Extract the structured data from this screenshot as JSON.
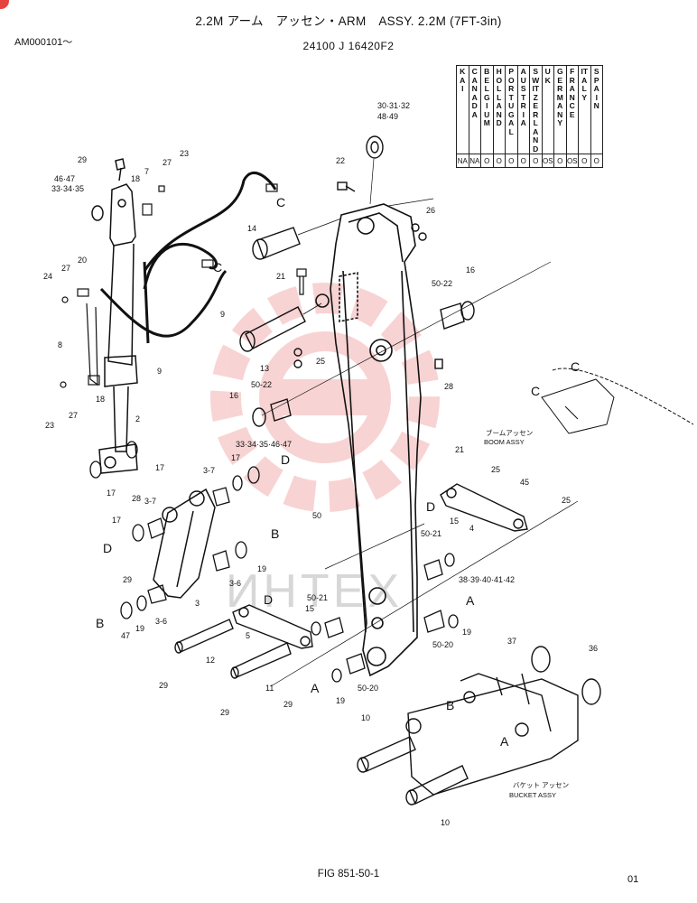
{
  "header": {
    "title": "2.2M アーム　アッセン・ARM　ASSY. 2.2M (7FT-3in)",
    "serial": "AM000101～",
    "part_number": "24100 J 16420F2"
  },
  "country_table": {
    "countries": [
      "KAI",
      "CANADA",
      "BELGIUM",
      "HOLLAND",
      "PORTUGAL",
      "AUSTRIA",
      "SWITZERLAND",
      "UK",
      "GERMANY",
      "FRANCE",
      "ITALY",
      "SPAIN"
    ],
    "values": [
      "NA",
      "NA",
      "O",
      "O",
      "O",
      "O",
      "O",
      "OS",
      "O",
      "OS",
      "O",
      "O"
    ]
  },
  "watermark": "ИНТЕХ",
  "notes": {
    "boom_jp": "ブームアッセン",
    "boom_en": "BOOM ASSY",
    "bucket_jp": "バケット アッセン",
    "bucket_en": "BUCKET ASSY"
  },
  "callouts": {
    "c30": "30·31·32",
    "c48": "48·49",
    "c22": "22",
    "c26": "26",
    "c14": "14",
    "cC1": "C",
    "cC2": "C",
    "cC3": "C",
    "cC4": "C",
    "c29a": "29",
    "c7": "7",
    "c27a": "27",
    "c23a": "23",
    "c18a": "18",
    "c4647": "46·47",
    "c333435": "33·34·35",
    "c24": "24",
    "c27b": "27",
    "c20": "20",
    "c21a": "21",
    "c9a": "9",
    "c5022a": "50-22",
    "c16a": "16",
    "c8": "8",
    "c9b": "9",
    "c13": "13",
    "c25a": "25",
    "c28a": "28",
    "c23b": "23",
    "c27c": "27",
    "c18b": "18",
    "c2": "2",
    "c16b": "16",
    "c5022b": "50-22",
    "c17a": "17",
    "c17b": "17",
    "c28b": "28",
    "c37a": "3-7",
    "c37b": "3-7",
    "c17c": "17",
    "c3334354647": "33·34·35·46·47",
    "cD1": "D",
    "c17d": "17",
    "cD2": "D",
    "c29b": "29",
    "cB1": "B",
    "c19a": "19",
    "c36a": "3-6",
    "c3": "3",
    "c36b": "3-6",
    "cB2": "B",
    "c47": "47",
    "c19b": "19",
    "c50": "50",
    "c21b": "21",
    "c25b": "25",
    "c45": "45",
    "cD3": "D",
    "c15a": "15",
    "c4": "4",
    "c25c": "25",
    "c5021a": "50-21",
    "c38": "38·39·40·41·42",
    "cD4": "D",
    "c5021b": "50-21",
    "c15b": "15",
    "c5": "5",
    "cA1": "A",
    "c19c": "19",
    "c5020a": "50-20",
    "c12": "12",
    "c29c": "29",
    "c11": "11",
    "c29d": "29",
    "cA2": "A",
    "c19d": "19",
    "c5020b": "50-20",
    "c29e": "29",
    "c37c": "37",
    "c36c": "36",
    "cB3": "B",
    "c10a": "10",
    "cA3": "A",
    "c10b": "10"
  },
  "footer": {
    "figure": "FIG 851-50-1",
    "page": "01"
  }
}
